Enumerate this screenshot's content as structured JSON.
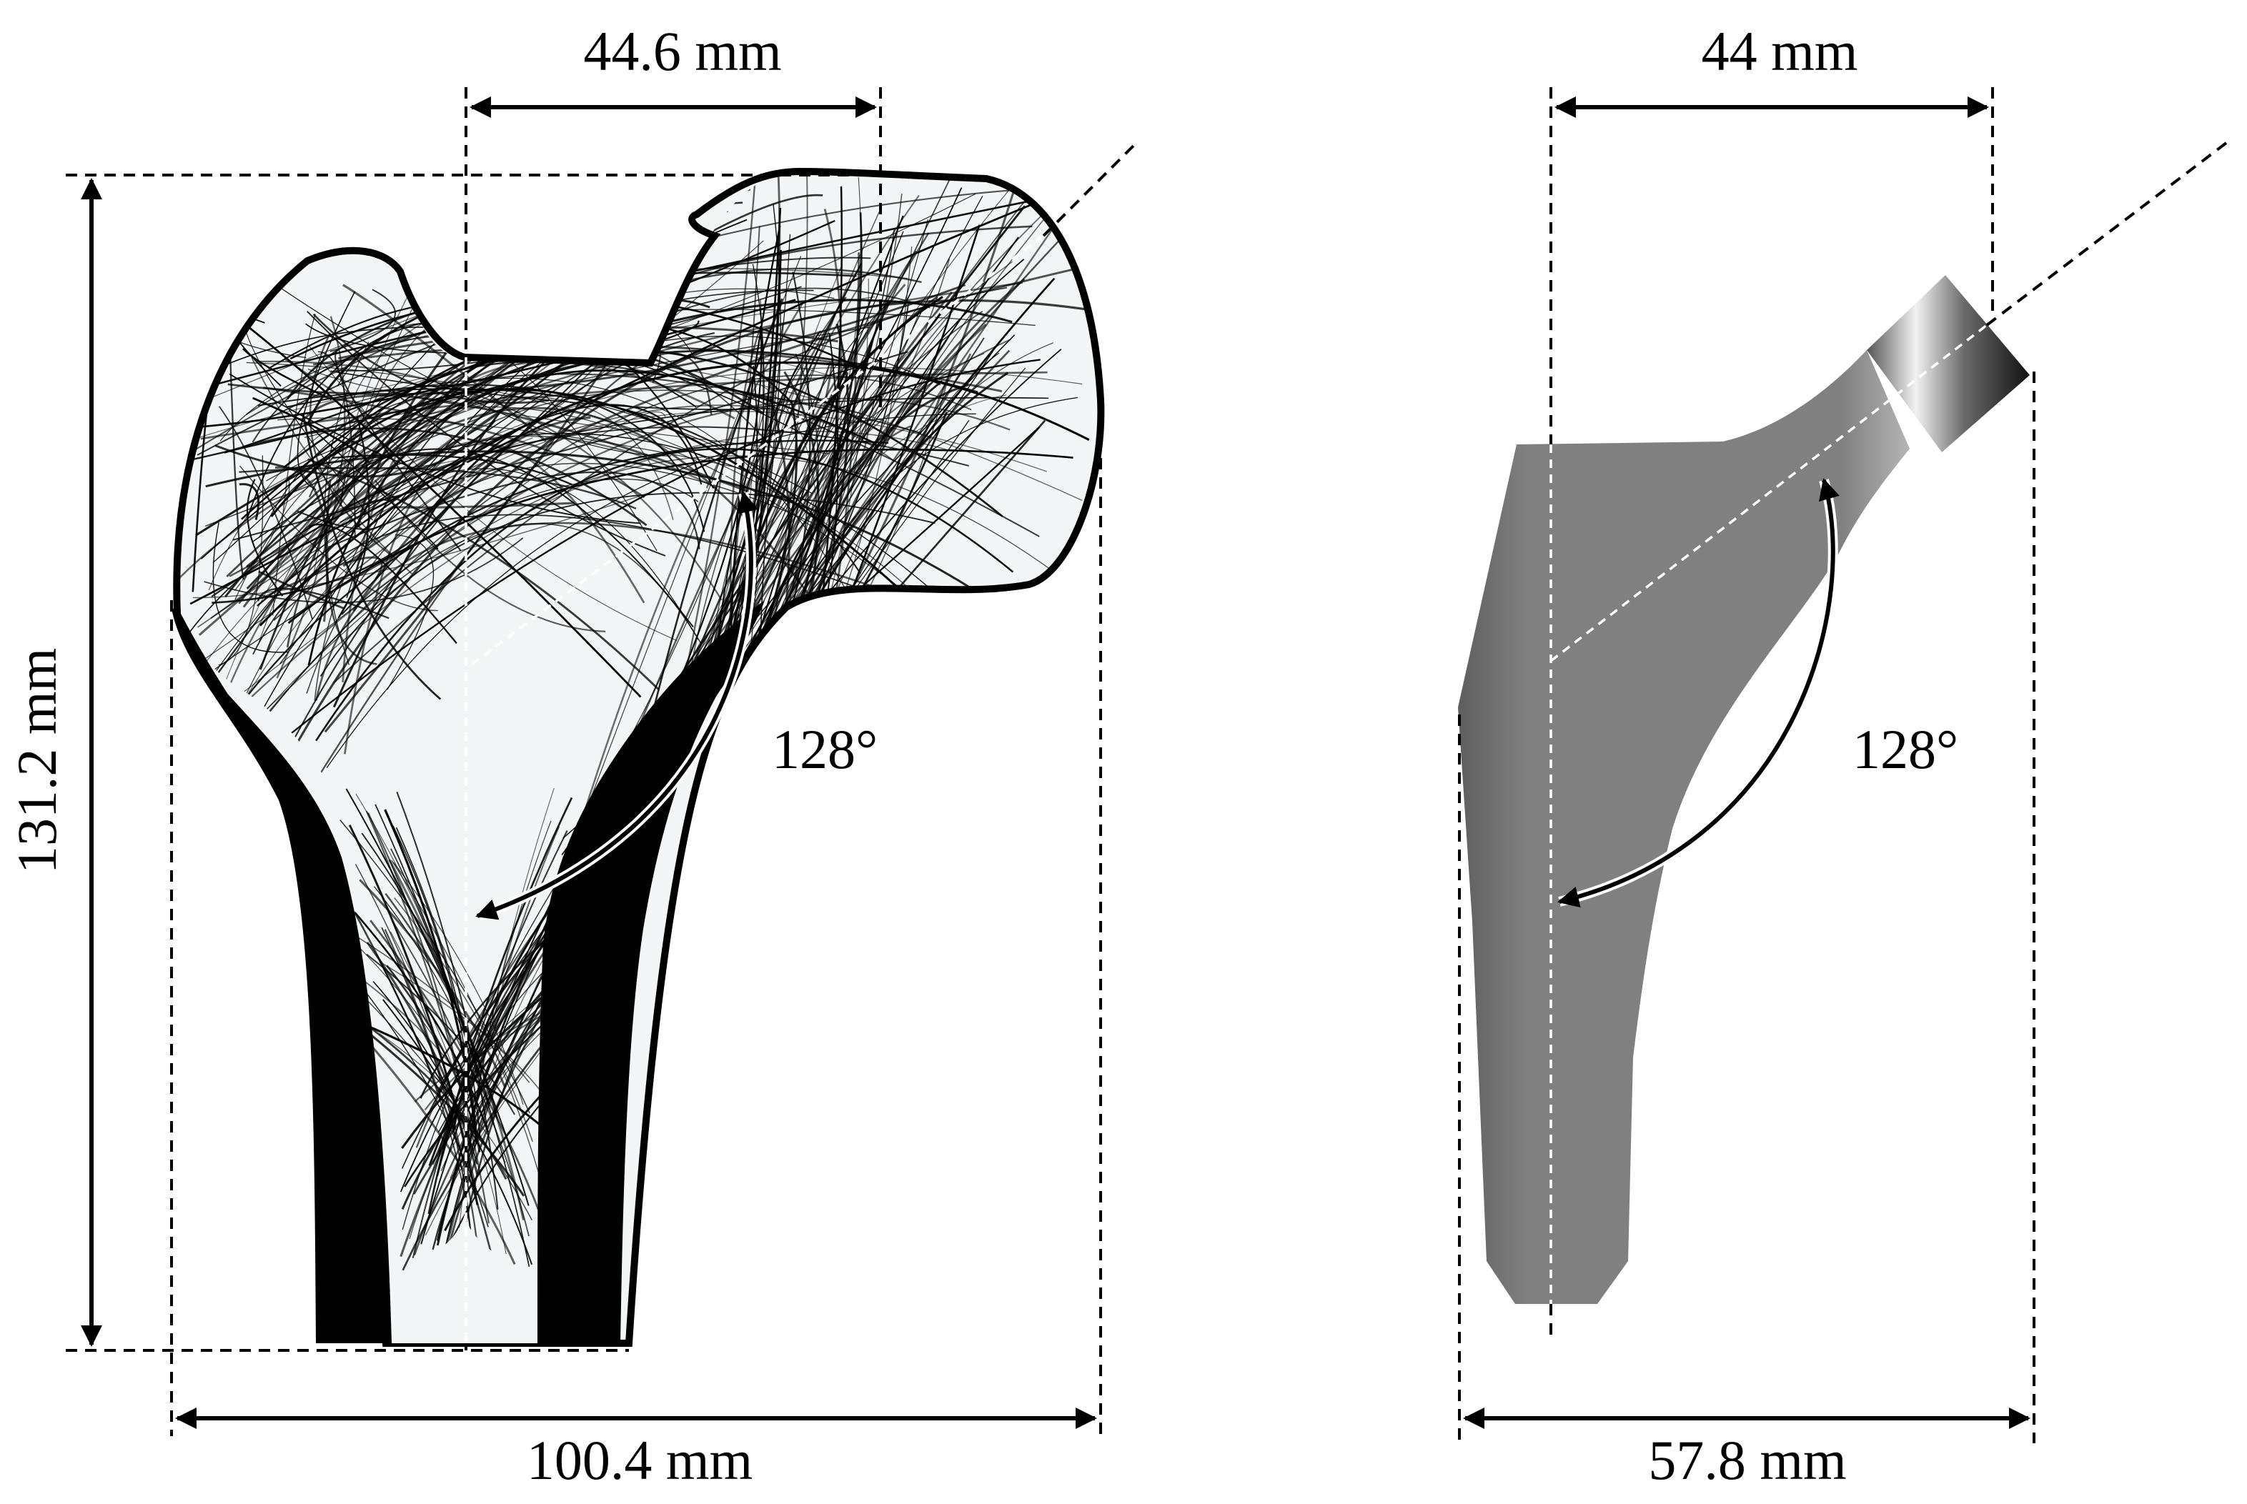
{
  "femur": {
    "head_offset_label": "44.6 mm",
    "height_label": "131.2 mm",
    "width_label": "100.4 mm",
    "angle_label": "128°"
  },
  "implant": {
    "head_offset_label": "44 mm",
    "width_label": "57.8 mm",
    "angle_label": "128°"
  },
  "colors": {
    "cortical_bone": "#000000",
    "trabecular_background": "#f3f6f6",
    "implant_fill": "#7d7d7d",
    "line": "#000000"
  }
}
